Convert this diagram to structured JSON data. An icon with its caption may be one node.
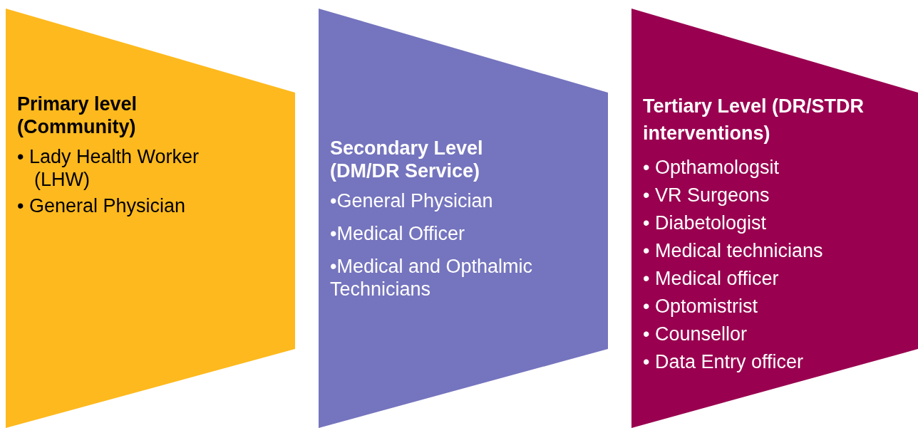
{
  "diagram": {
    "nodes": [
      {
        "text": [
          "**Primary level (Community**)",
          "• Lady Health Worker (LHW)",
          "• General Physician"
        ]
      },
      {
        "text": [
          "Secondary Level (DM/DR Service)",
          "•General Physician",
          "•Medical Officer",
          "•Medical and Opthalmic Technicians"
        ]
      },
      {
        "text": [
          "Tertiary Level (DR/STDR interventions)",
          "• Opthamologsit",
          "• VR Surgeons",
          "• Diabetologist",
          "• Medical technicians",
          "• Medical officer",
          "• Optomistrist",
          "• Counsellor",
          "• Data Entry officer"
        ]
      }
    ]
  }
}
